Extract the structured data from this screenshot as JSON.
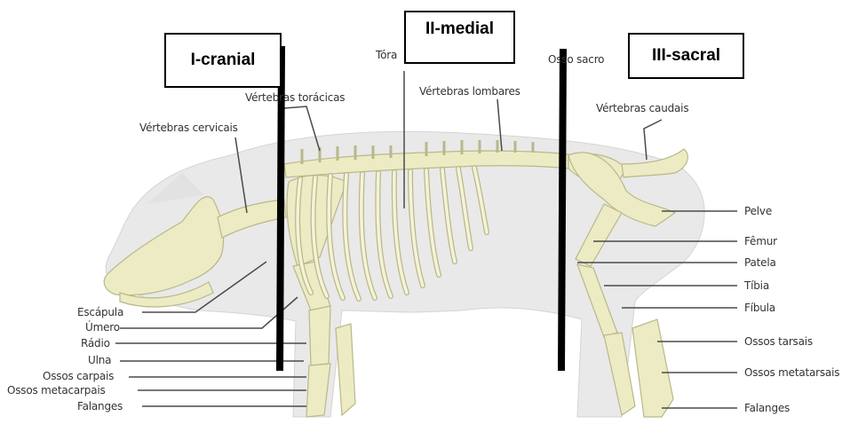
{
  "regions": {
    "cranial": "I-cranial",
    "medial": "II-medial",
    "sacral": "III-sacral"
  },
  "labels": {
    "torax": "Tóra",
    "osso_sacro": "Osso sacro",
    "vertebras_toracicas": "Vértebras torácicas",
    "vertebras_lombares": "Vértebras lombares",
    "vertebras_cervicais": "Vértebras cervicais",
    "vertebras_caudais": "Vértebras caudais",
    "escapula": "Escápula",
    "umero": "Úmero",
    "radio": "Rádio",
    "ulna": "Ulna",
    "ossos_carpais": "Ossos carpais",
    "ossos_metacarpais": "Ossos metacarpais",
    "falanges_front": "Falanges",
    "pelve": "Pelve",
    "femur": "Fêmur",
    "patela": "Patela",
    "tibia": "Tíbia",
    "fibula": "Fíbula",
    "ossos_tarsais": "Ossos tarsais",
    "ossos_metatarsais": "Ossos metatarsais",
    "falanges_hind": "Falanges"
  },
  "colors": {
    "bone": "#ecebc4",
    "bone_outline": "#b9b88a",
    "body": "#e9e9e9",
    "leader": "#4a4a4a",
    "divider": "#000000"
  }
}
